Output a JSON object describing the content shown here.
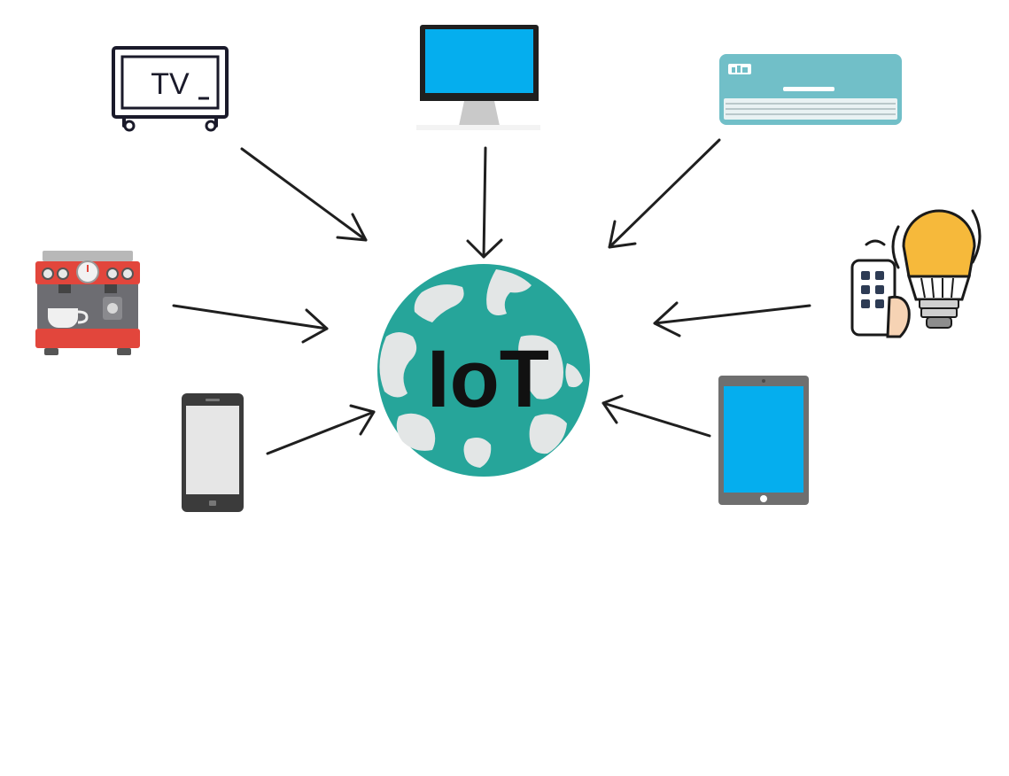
{
  "center": {
    "label": "IoT",
    "icon": "globe-icon"
  },
  "devices": [
    {
      "id": "tv",
      "icon": "tv-icon",
      "label": "TV"
    },
    {
      "id": "monitor",
      "icon": "desktop-monitor-icon"
    },
    {
      "id": "air-conditioner",
      "icon": "air-conditioner-icon"
    },
    {
      "id": "coffee-machine",
      "icon": "espresso-machine-icon"
    },
    {
      "id": "smart-bulb",
      "icon": "smart-bulb-remote-icon"
    },
    {
      "id": "smartphone",
      "icon": "smartphone-icon"
    },
    {
      "id": "tablet",
      "icon": "tablet-icon"
    }
  ],
  "colors": {
    "globe_ocean": "#26a59a",
    "globe_land": "#e3e6e6",
    "screen_blue": "#05aeee",
    "ac_body": "#71bfc8",
    "coffee_red": "#e2463c",
    "bulb_yellow": "#f6b93b",
    "arrow": "#1f1f1f"
  }
}
